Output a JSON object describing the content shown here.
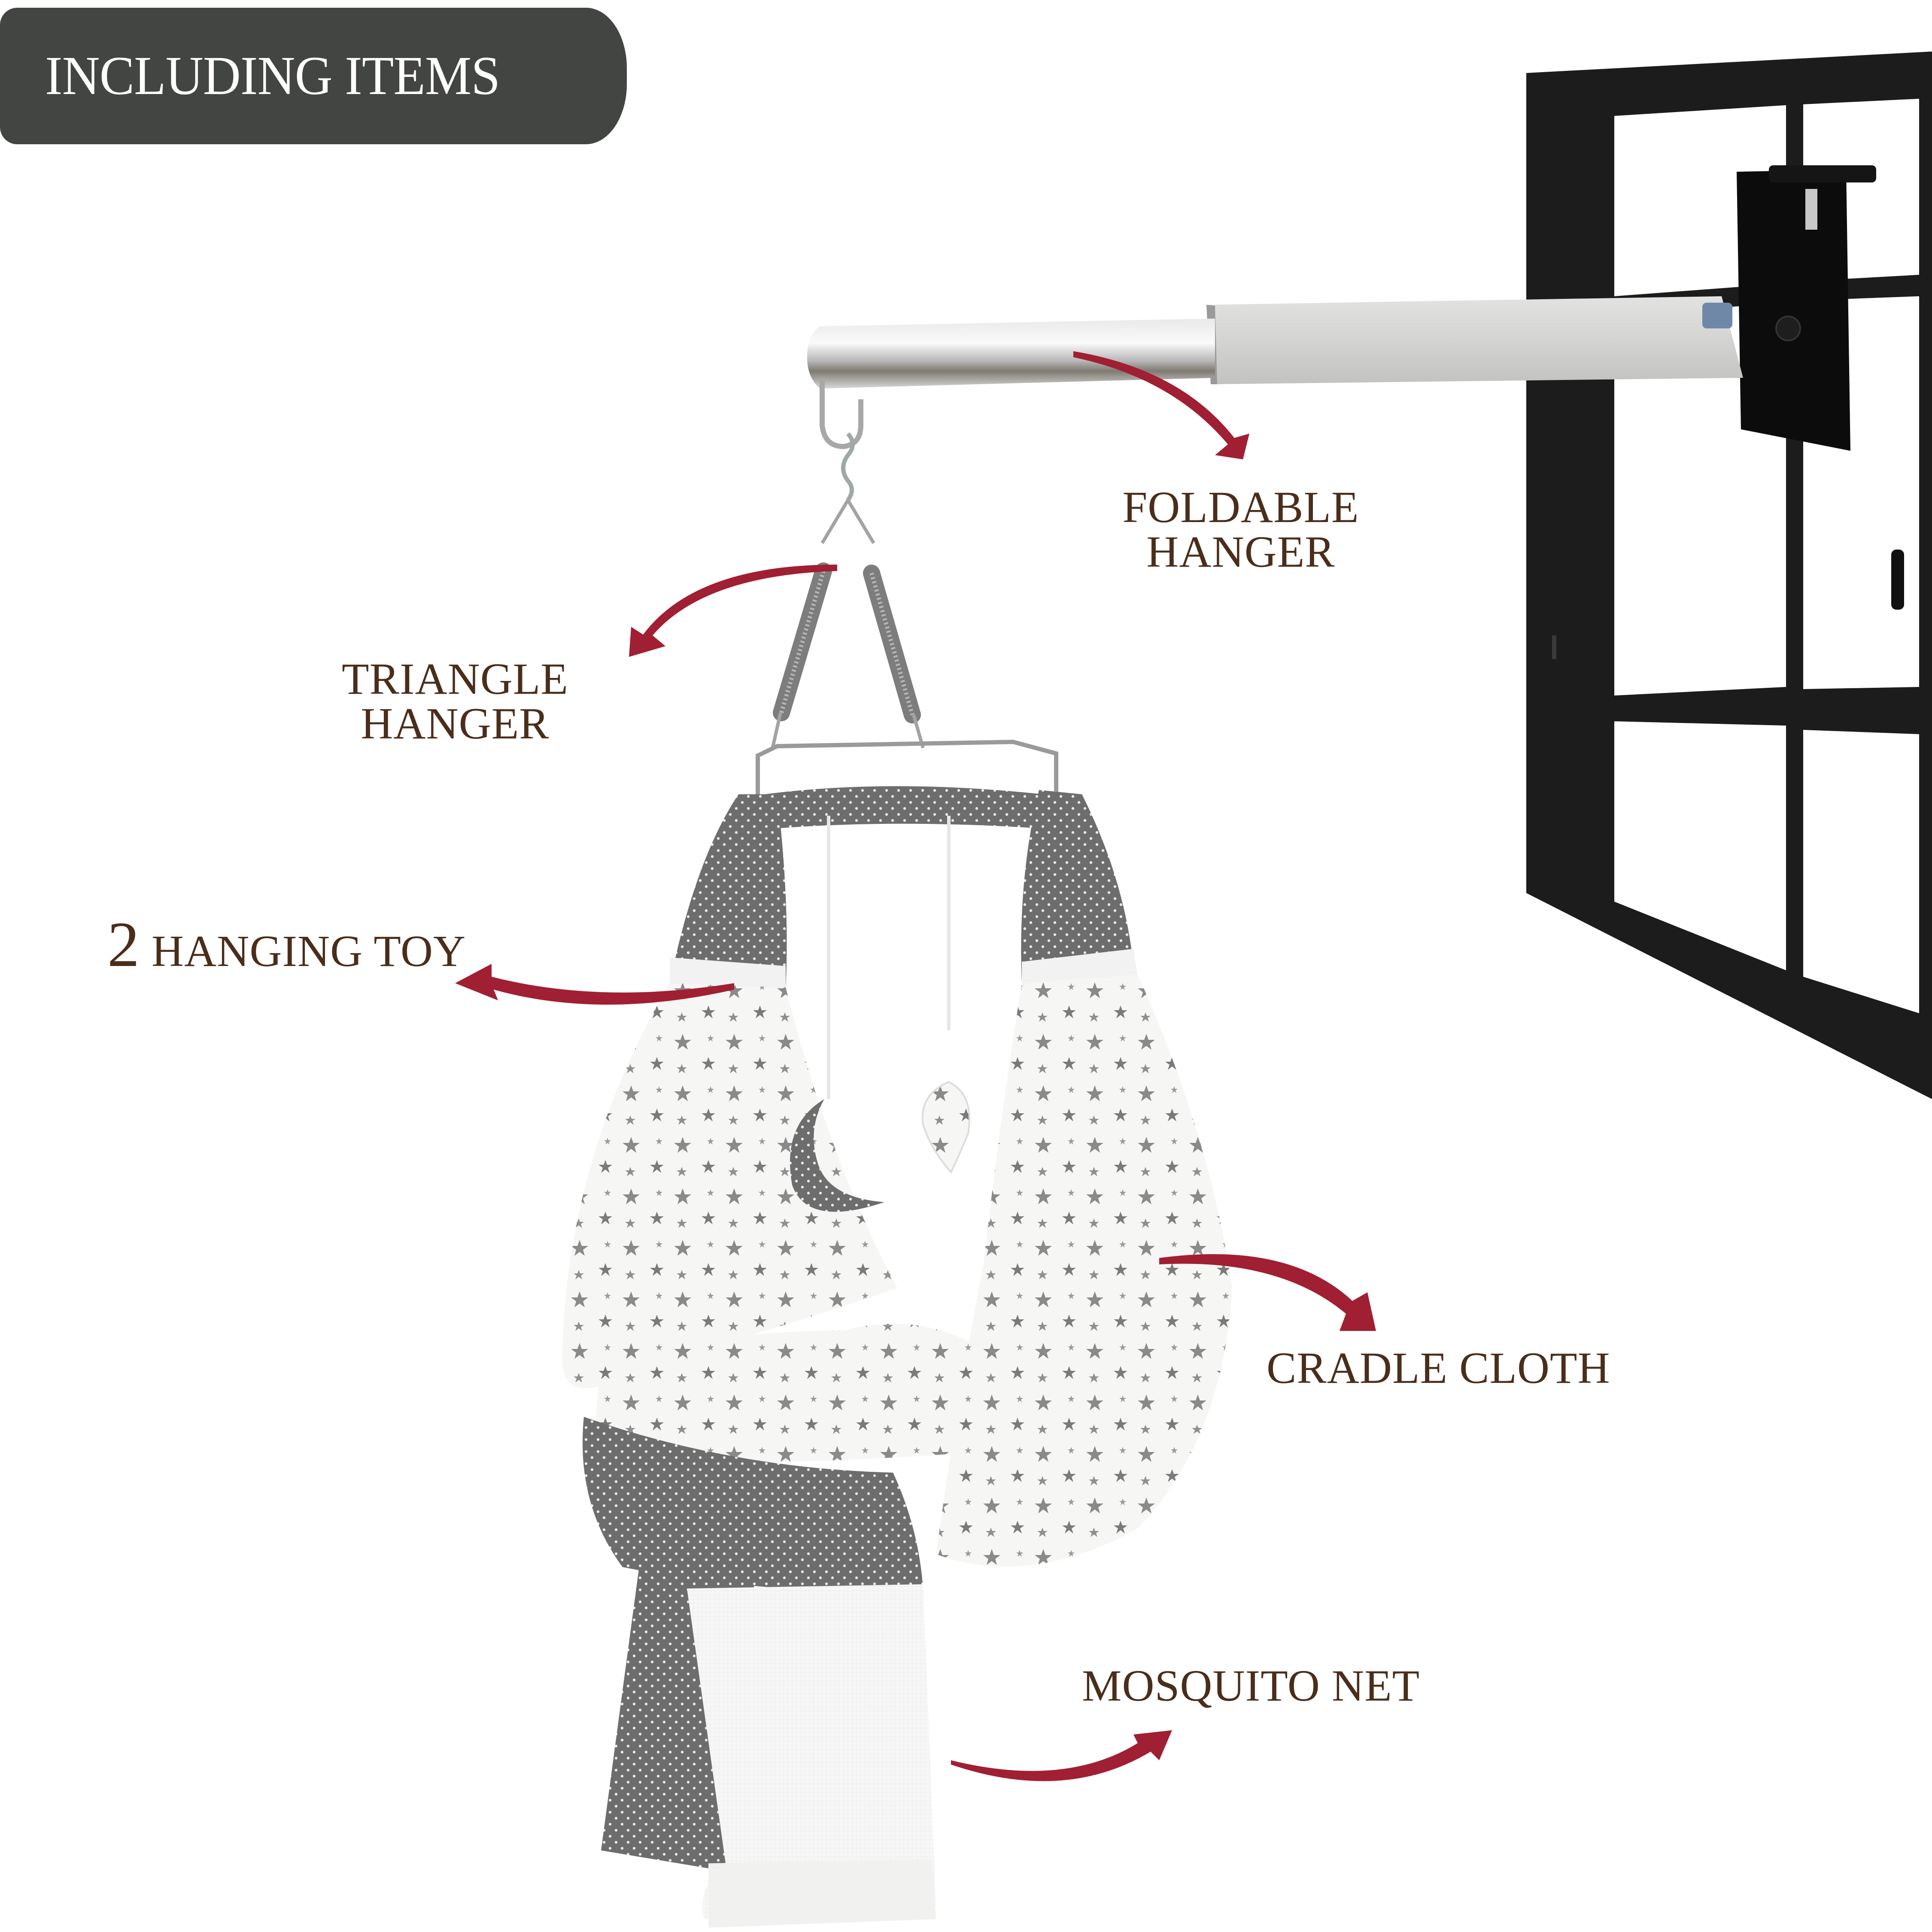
{
  "header": {
    "title": "INCLUDING ITEMS",
    "background_color": "#424542",
    "text_color": "#ffffff"
  },
  "labels": {
    "foldable_hanger": {
      "line1": "FOLDABLE",
      "line2": "HANGER"
    },
    "triangle_hanger": {
      "line1": "TRIANGLE",
      "line2": "HANGER"
    },
    "hanging_toy": {
      "count": "2",
      "text": "HANGING TOY"
    },
    "cradle_cloth": {
      "text": "CRADLE CLOTH"
    },
    "mosquito_net": {
      "text": "MOSQUITO NET"
    }
  },
  "colors": {
    "label_text": "#4a2d1a",
    "arrow": "#a11f33",
    "window_frame": "#1c1c1c",
    "fabric_gray": "#6b6b6b",
    "fabric_white": "#f4f4f2",
    "steel": "#c9c9c9"
  }
}
